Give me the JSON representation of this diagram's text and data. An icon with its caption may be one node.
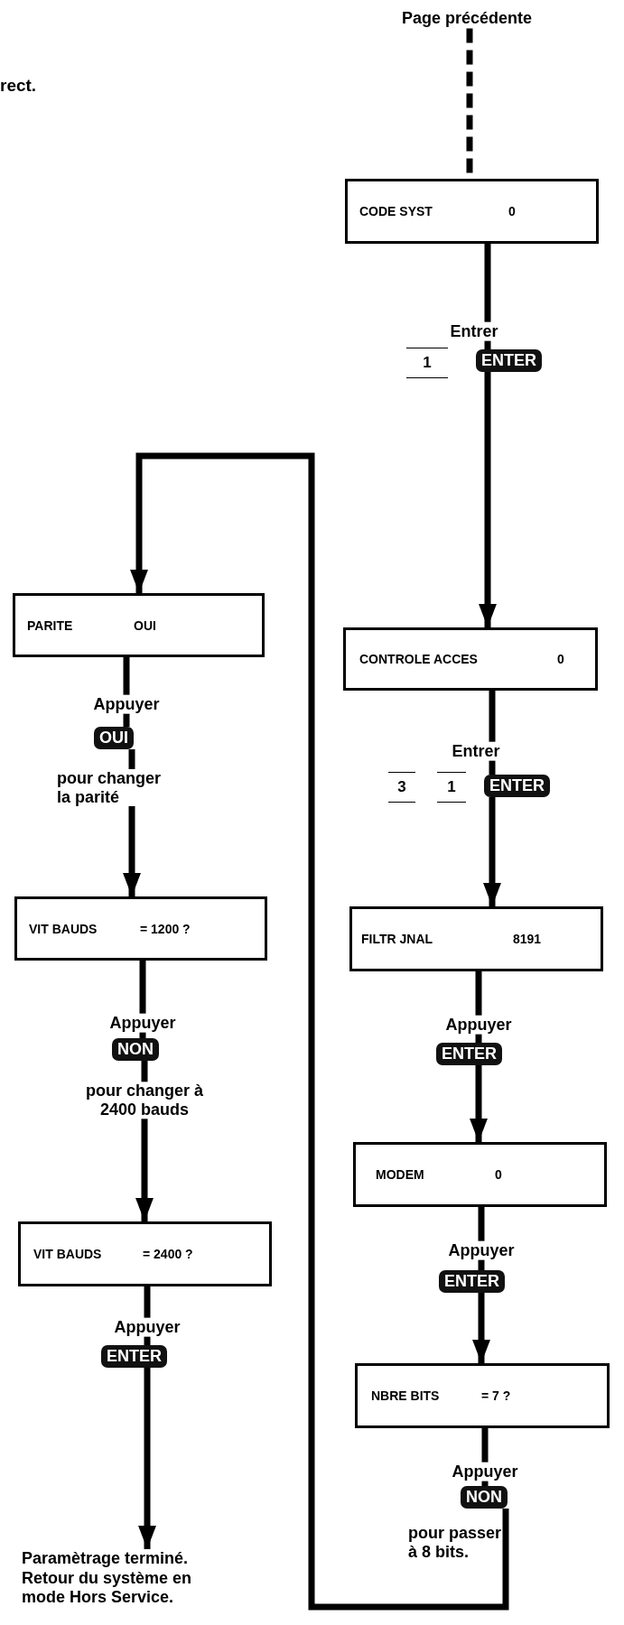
{
  "diagram": {
    "nodes": [
      {
        "text": [
          "Page précédente"
        ]
      },
      {
        "text": [
          "CODE SYST",
          "0"
        ]
      },
      {
        "text": [
          "1"
        ]
      },
      {
        "text": [
          "ENTER"
        ]
      },
      {
        "text": [
          "CONTROLE ACCES",
          "0"
        ]
      },
      {
        "text": [
          "3"
        ]
      },
      {
        "text": [
          "1"
        ]
      },
      {
        "text": [
          "ENTER"
        ]
      },
      {
        "text": [
          "FILTR JNAL",
          "8191"
        ]
      },
      {
        "text": [
          "ENTER"
        ]
      },
      {
        "text": [
          "MODEM",
          "0"
        ]
      },
      {
        "text": [
          "ENTER"
        ]
      },
      {
        "text": [
          "NBRE BITS",
          "= 7 ?"
        ]
      },
      {
        "text": [
          "NON"
        ]
      },
      {
        "text": [
          "PARITE",
          "OUI"
        ]
      },
      {
        "text": [
          "OUI"
        ]
      },
      {
        "text": [
          "VIT BAUDS",
          "= 1200 ?"
        ]
      },
      {
        "text": [
          "NON"
        ]
      },
      {
        "text": [
          "VIT BAUDS",
          "= 2400 ?"
        ]
      },
      {
        "text": [
          "ENTER"
        ]
      },
      {
        "text": [
          "Paramètrage terminé.",
          "Retour du système en mode Hors Service."
        ]
      }
    ],
    "edges": [
      {
        "from": 0,
        "to": 1,
        "arrow": "none",
        "style": "dashed"
      },
      {
        "from": 1,
        "to": 3,
        "arrow": "none",
        "label": "Entrer"
      },
      {
        "from": 3,
        "to": 4,
        "arrow": "to"
      },
      {
        "from": 4,
        "to": 7,
        "arrow": "none",
        "label": "Entrer"
      },
      {
        "from": 7,
        "to": 8,
        "arrow": "to"
      },
      {
        "from": 8,
        "to": 9,
        "arrow": "none",
        "label": "Appuyer"
      },
      {
        "from": 9,
        "to": 10,
        "arrow": "to"
      },
      {
        "from": 10,
        "to": 11,
        "arrow": "none",
        "label": "Appuyer"
      },
      {
        "from": 11,
        "to": 12,
        "arrow": "to"
      },
      {
        "from": 12,
        "to": 13,
        "arrow": "none",
        "label": "Appuyer"
      },
      {
        "from": 13,
        "to": 14,
        "arrow": "to",
        "label": "pour passer à 8 bits."
      },
      {
        "from": 14,
        "to": 15,
        "arrow": "none",
        "label": "Appuyer"
      },
      {
        "from": 15,
        "to": 16,
        "arrow": "to",
        "label": "pour changer la parité"
      },
      {
        "from": 16,
        "to": 17,
        "arrow": "none",
        "label": "Appuyer"
      },
      {
        "from": 17,
        "to": 18,
        "arrow": "to",
        "label": "pour changer à 2400 bauds"
      },
      {
        "from": 18,
        "to": 19,
        "arrow": "none",
        "label": "Appuyer"
      },
      {
        "from": 19,
        "to": 20,
        "arrow": "to"
      }
    ],
    "labels": [
      "rect."
    ]
  }
}
